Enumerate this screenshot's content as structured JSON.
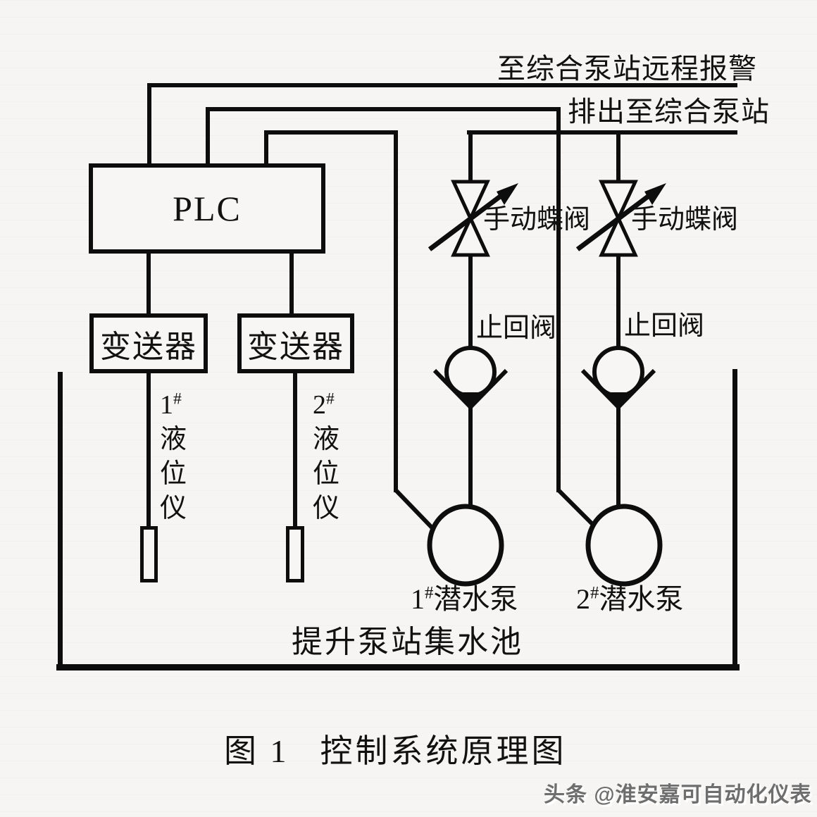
{
  "colors": {
    "line": "#0d0d0d",
    "background": "#f6f5f3",
    "watermark_text": "#6e6e6e"
  },
  "top_labels": {
    "alarm": "至综合泵站远程报警",
    "discharge": "排出至综合泵站"
  },
  "plc": {
    "label": "PLC"
  },
  "transmitters": [
    {
      "label": "变送器"
    },
    {
      "label": "变送器"
    }
  ],
  "level_gauges": [
    {
      "num": "1",
      "hash": "#",
      "chars": [
        "液",
        "位",
        "仪"
      ]
    },
    {
      "num": "2",
      "hash": "#",
      "chars": [
        "液",
        "位",
        "仪"
      ]
    }
  ],
  "butterfly_valves": [
    {
      "label": "手动蝶阀"
    },
    {
      "label": "手动蝶阀"
    }
  ],
  "check_valves": [
    {
      "label": "止回阀"
    },
    {
      "label": "止回阀"
    }
  ],
  "pumps": [
    {
      "num": "1",
      "hash": "#",
      "label": "潜水泵"
    },
    {
      "num": "2",
      "hash": "#",
      "label": "潜水泵"
    }
  ],
  "tank": {
    "label": "提升泵站集水池"
  },
  "caption": {
    "fig": "图 1",
    "title": "控制系统原理图"
  },
  "watermark": {
    "text": "头条 @淮安嘉可自动化仪表"
  },
  "icons": {
    "butterfly_valve": "bowtie-arrow-valve",
    "check_valve": "ball-check-valve",
    "pump": "circle-pump",
    "level_probe": "rod-probe"
  }
}
